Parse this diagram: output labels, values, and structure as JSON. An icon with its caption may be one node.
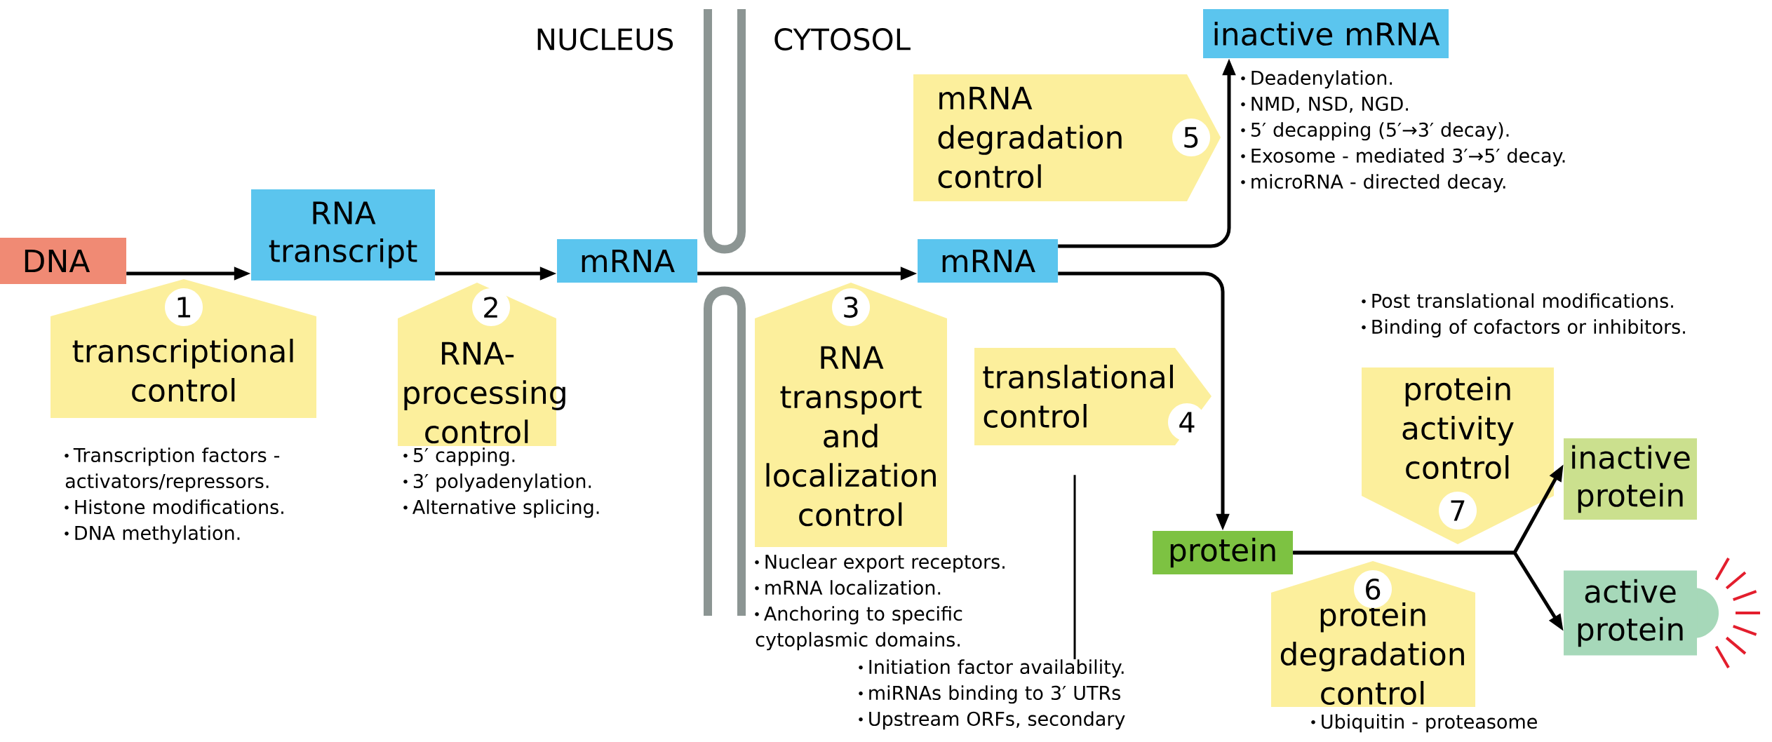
{
  "diagram": {
    "nodes": [
      {
        "text": [
          "DNA"
        ]
      },
      {
        "text": [
          "RNA transcript"
        ]
      },
      {
        "text": [
          "mRNA"
        ]
      },
      {
        "text": [
          "mRNA"
        ]
      },
      {
        "text": [
          "inactive mRNA"
        ]
      },
      {
        "text": [
          "protein"
        ]
      },
      {
        "text": [
          "inactive protein"
        ]
      },
      {
        "text": [
          "active protein"
        ]
      },
      {
        "text": [
          "1",
          "transcriptional control"
        ]
      },
      {
        "text": [
          "2",
          "RNA-processing control"
        ]
      },
      {
        "text": [
          "3",
          "RNA transport and localization control"
        ]
      },
      {
        "text": [
          "translational control",
          "4"
        ]
      },
      {
        "text": [
          "mRNA degradation control",
          "5"
        ]
      },
      {
        "text": [
          "6",
          "protein degradation control"
        ]
      },
      {
        "text": [
          "protein activity control",
          "7"
        ]
      },
      {
        "text": [
          "Initiation factor availability.",
          "miRNAs binding to 3′ UTRs",
          "Upstream ORFs, secondary"
        ]
      }
    ],
    "edges": [
      {
        "from": 0,
        "to": 1,
        "arrow": "to"
      },
      {
        "from": 1,
        "to": 2,
        "arrow": "to"
      },
      {
        "from": 2,
        "to": 3,
        "arrow": "to"
      },
      {
        "from": 3,
        "to": 4,
        "arrow": "to"
      },
      {
        "from": 3,
        "to": 5,
        "arrow": "to"
      },
      {
        "from": 5,
        "to": 6,
        "arrow": "to"
      },
      {
        "from": 5,
        "to": 7,
        "arrow": "to"
      },
      {
        "from": 15,
        "to": 11,
        "arrow": "none"
      }
    ],
    "labels": [
      "NUCLEUS",
      "CYTOSOL",
      "Deadenylation.",
      "NMD, NSD, NGD.",
      "5′ decapping (5′→3′ decay).",
      "Exosome - mediated 3′→5′ decay.",
      "microRNA - directed decay.",
      "Post translational modifications.",
      "Binding of cofactors or inhibitors.",
      "Transcription factors - activators/repressors.",
      "Histone modifications.",
      "DNA methylation.",
      "5′ capping.",
      "3′ polyadenylation.",
      "Alternative splicing.",
      "Nuclear export receptors.",
      "mRNA localization.",
      "Anchoring to specific cytoplasmic domains.",
      "Ubiquitin - proteasome"
    ]
  }
}
